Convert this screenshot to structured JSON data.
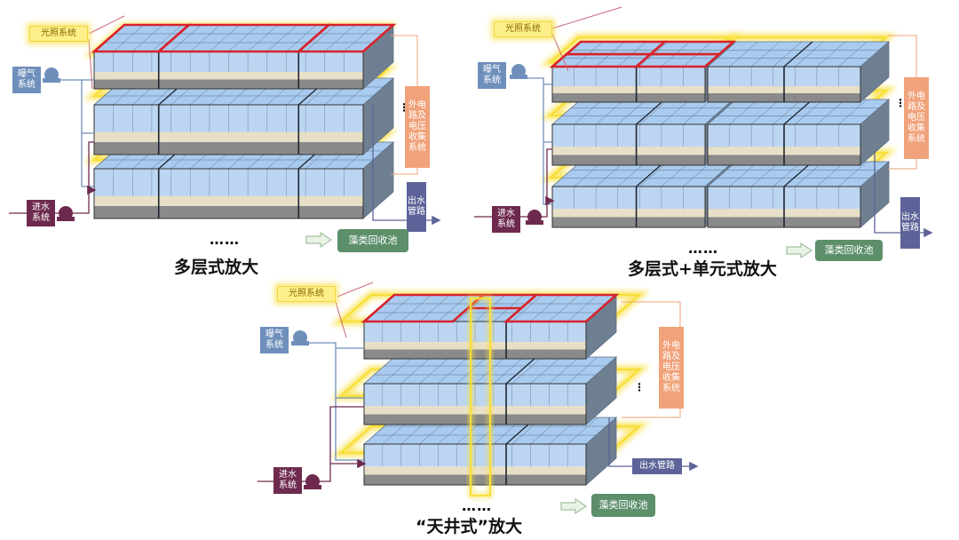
{
  "colors": {
    "tank_top": "#a9cbef",
    "tank_grid": "#5d6f86",
    "tank_side_water": "#bcd6f2",
    "tank_side_sand": "#e8dfc8",
    "tank_side_bottom": "#8a8a8a",
    "tank_right": "#6f7f92",
    "highlight_red": "#d8232a",
    "light_glow": "#f9df3a",
    "aeration": "#6f8fbb",
    "inflow": "#6e2a4e",
    "outflow": "#5d6398",
    "external_circuit": "#f0a27a",
    "recovery": "#5c8f6a"
  },
  "icons": {
    "aeration_pump": "pump-icon",
    "inflow_pump": "pump-icon",
    "recovery_arrow": "arrow-right-icon"
  },
  "panels": [
    {
      "caption": "多层式放大",
      "dots": "……",
      "labels": {
        "light": "光照系统",
        "aeration": "曝气\n系统",
        "inflow": "进水\n系统",
        "external": "外电\n路及\n电压\n收集\n系统",
        "outflow": "出水\n管路",
        "recovery": "藻类回收池"
      }
    },
    {
      "caption": "多层式+单元式放大",
      "dots": "……",
      "labels": {
        "light": "光照系统",
        "aeration": "曝气\n系统",
        "inflow": "进水\n系统",
        "external": "外电\n路及\n电压\n收集\n系统",
        "outflow": "出水\n管路",
        "recovery": "藻类回收池"
      }
    },
    {
      "caption": "“天井式”放大",
      "dots": "……",
      "labels": {
        "light": "光照系统",
        "aeration": "曝气\n系统",
        "inflow": "进水\n系统",
        "external": "外电\n路及\n电压\n收集\n系统",
        "outflow": "出水管路",
        "recovery": "藻类回收池"
      }
    }
  ]
}
